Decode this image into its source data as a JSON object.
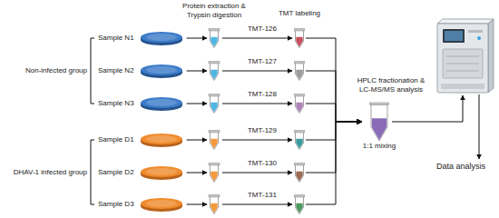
{
  "diagram": {
    "nodes": [
      {
        "text": [
          "Sample N1"
        ]
      },
      {
        "text": [
          "Sample N2"
        ]
      },
      {
        "text": [
          "Sample N3"
        ]
      },
      {
        "text": [
          "Sample D1"
        ]
      },
      {
        "text": [
          "Sample D2"
        ]
      },
      {
        "text": [
          "Sample D3"
        ]
      },
      {
        "text": [
          "TMT-126"
        ]
      },
      {
        "text": [
          "TMT-127"
        ]
      },
      {
        "text": [
          "TMT-128"
        ]
      },
      {
        "text": [
          "TMT-129"
        ]
      },
      {
        "text": [
          "TMT-130"
        ]
      },
      {
        "text": [
          "TMT-131"
        ]
      },
      {
        "text": [
          "1:1 mixing"
        ]
      }
    ],
    "edges": [
      {
        "from": 6,
        "to": 12,
        "arrow": "to"
      },
      {
        "from": 7,
        "to": 12,
        "arrow": "to"
      },
      {
        "from": 8,
        "to": 12,
        "arrow": "to"
      },
      {
        "from": 9,
        "to": 12,
        "arrow": "to"
      },
      {
        "from": 10,
        "to": 12,
        "arrow": "to"
      },
      {
        "from": 11,
        "to": 12,
        "arrow": "to"
      }
    ],
    "labels": [
      "Non-infected group",
      "DHAV-1 infected group",
      "Protein extraction & Trypsin digestion",
      "TMT labeling",
      "HPLC fractionation & LC-MS/MS analysis",
      "Data analysis"
    ]
  }
}
